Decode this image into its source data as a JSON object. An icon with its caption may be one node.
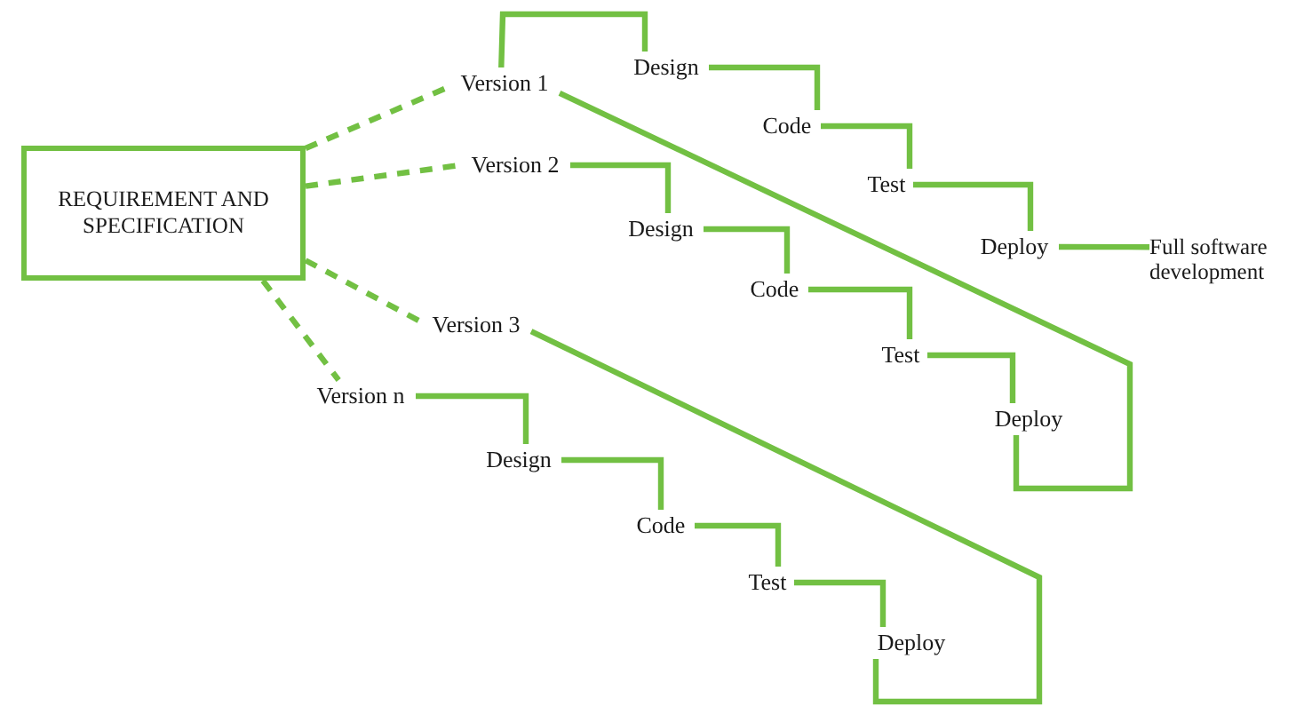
{
  "diagram": {
    "nodes": [
      {
        "text": [
          "REQUIREMENT AND SPECIFICATION"
        ]
      },
      {
        "text": [
          "Version 1"
        ]
      },
      {
        "text": [
          "Design"
        ]
      },
      {
        "text": [
          "Code"
        ]
      },
      {
        "text": [
          "Test"
        ]
      },
      {
        "text": [
          "Deploy"
        ]
      },
      {
        "text": [
          "Full software development"
        ]
      },
      {
        "text": [
          "Version 2"
        ]
      },
      {
        "text": [
          "Design"
        ]
      },
      {
        "text": [
          "Code"
        ]
      },
      {
        "text": [
          "Test"
        ]
      },
      {
        "text": [
          "Deploy"
        ]
      },
      {
        "text": [
          "Version 3"
        ]
      },
      {
        "text": [
          "Version n"
        ]
      },
      {
        "text": [
          "Design"
        ]
      },
      {
        "text": [
          "Code"
        ]
      },
      {
        "text": [
          "Test"
        ]
      },
      {
        "text": [
          "Deploy"
        ]
      }
    ],
    "edges": [
      {
        "from": 0,
        "to": 1,
        "arrow": "none",
        "style": "dashed"
      },
      {
        "from": 0,
        "to": 7,
        "arrow": "none",
        "style": "dashed"
      },
      {
        "from": 0,
        "to": 12,
        "arrow": "none",
        "style": "dashed"
      },
      {
        "from": 0,
        "to": 13,
        "arrow": "none",
        "style": "dashed"
      },
      {
        "from": 1,
        "to": 2,
        "arrow": "none"
      },
      {
        "from": 2,
        "to": 3,
        "arrow": "none"
      },
      {
        "from": 3,
        "to": 4,
        "arrow": "none"
      },
      {
        "from": 4,
        "to": 5,
        "arrow": "none"
      },
      {
        "from": 5,
        "to": 6,
        "arrow": "none"
      },
      {
        "from": 1,
        "to": 11,
        "arrow": "none"
      },
      {
        "from": 7,
        "to": 8,
        "arrow": "none"
      },
      {
        "from": 8,
        "to": 9,
        "arrow": "none"
      },
      {
        "from": 9,
        "to": 10,
        "arrow": "none"
      },
      {
        "from": 10,
        "to": 11,
        "arrow": "none"
      },
      {
        "from": 12,
        "to": 17,
        "arrow": "none"
      },
      {
        "from": 13,
        "to": 14,
        "arrow": "none"
      },
      {
        "from": 14,
        "to": 15,
        "arrow": "none"
      },
      {
        "from": 15,
        "to": 16,
        "arrow": "none"
      },
      {
        "from": 16,
        "to": 17,
        "arrow": "none"
      }
    ]
  }
}
